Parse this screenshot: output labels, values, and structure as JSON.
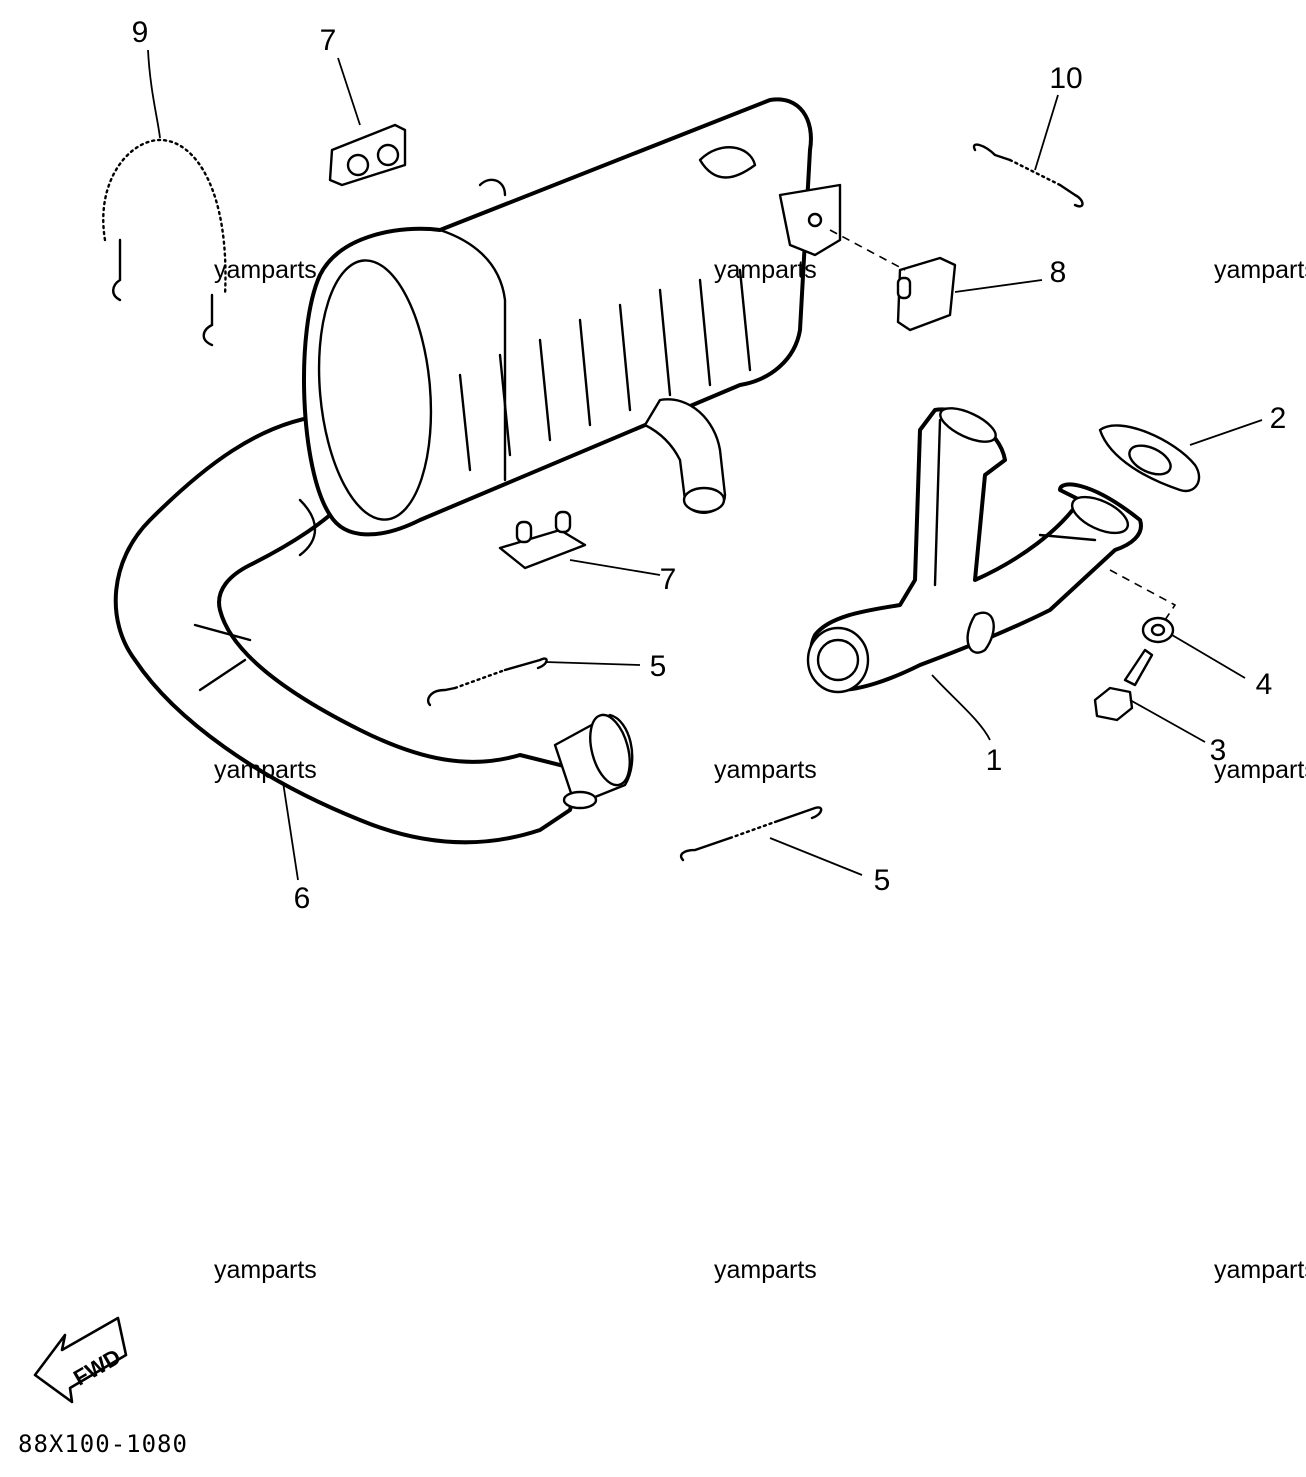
{
  "diagram": {
    "callouts": {
      "c1": "1",
      "c2": "2",
      "c3": "3",
      "c4": "4",
      "c5a": "5",
      "c5b": "5",
      "c6": "6",
      "c7a": "7",
      "c7b": "7",
      "c8": "8",
      "c9": "9",
      "c10": "10"
    },
    "watermark": "yamparts",
    "fwd_label": "FWD",
    "diagram_code": "88X100-1080"
  }
}
